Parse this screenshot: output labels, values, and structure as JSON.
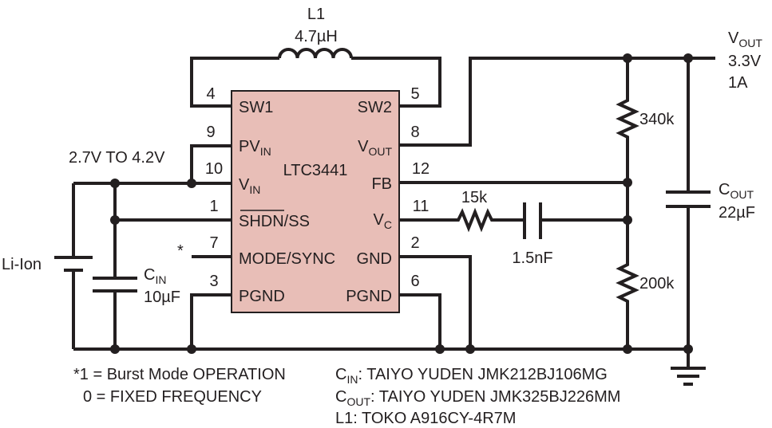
{
  "ic": {
    "name": "LTC3441",
    "fill": "#e8beb7",
    "left_pins": [
      {
        "num": "4",
        "name": "SW1",
        "sub": ""
      },
      {
        "num": "9",
        "name": "PV",
        "sub": "IN"
      },
      {
        "num": "10",
        "name": "V",
        "sub": "IN"
      },
      {
        "num": "1",
        "name": "SHDN/SS",
        "sub": ""
      },
      {
        "num": "7",
        "name": "MODE/SYNC",
        "sub": ""
      },
      {
        "num": "3",
        "name": "PGND",
        "sub": ""
      }
    ],
    "right_pins": [
      {
        "num": "5",
        "name": "SW2",
        "sub": ""
      },
      {
        "num": "8",
        "name": "V",
        "sub": "OUT"
      },
      {
        "num": "12",
        "name": "FB",
        "sub": ""
      },
      {
        "num": "11",
        "name": "V",
        "sub": "C"
      },
      {
        "num": "2",
        "name": "GND",
        "sub": ""
      },
      {
        "num": "6",
        "name": "PGND",
        "sub": ""
      }
    ]
  },
  "inductor": {
    "ref": "L1",
    "value": "4.7µH"
  },
  "input_range": "2.7V TO 4.2V",
  "battery": "Li-Ion",
  "cin": {
    "ref": "C",
    "sub": "IN",
    "value": "10µF"
  },
  "mode_mark": "*",
  "r_comp": "15k",
  "c_comp": "1.5nF",
  "r_top": "340k",
  "r_bottom": "200k",
  "cout": {
    "ref": "C",
    "sub": "OUT",
    "value": "22µF"
  },
  "vout": {
    "ref": "V",
    "sub": "OUT",
    "voltage": "3.3V",
    "current": "1A"
  },
  "notes_left": [
    "*1 = Burst Mode OPERATION",
    "0 = FIXED FREQUENCY"
  ],
  "notes_right": [
    {
      "ref": "C",
      "sub": "IN",
      "text": ": TAIYO YUDEN JMK212BJ106MG"
    },
    {
      "ref": "C",
      "sub": "OUT",
      "text": ": TAIYO YUDEN JMK325BJ226MM"
    },
    {
      "ref": "L1",
      "sub": "",
      "text": ": TOKO A916CY-4R7M"
    }
  ]
}
